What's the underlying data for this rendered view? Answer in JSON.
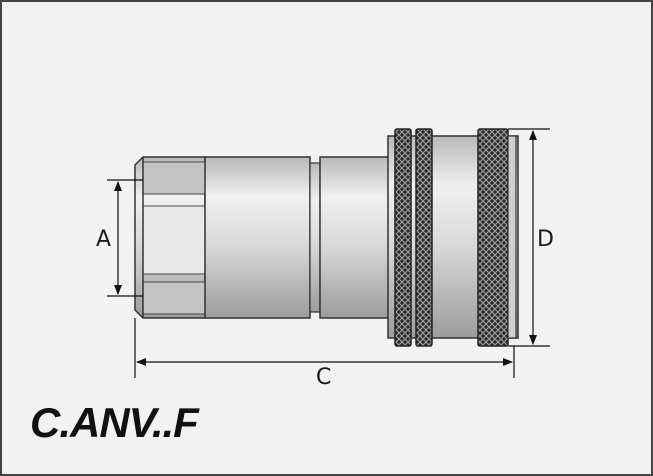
{
  "diagram": {
    "model_code": "C.ANV..F",
    "dimension_labels": {
      "a": "A",
      "c": "C",
      "d": "D"
    }
  },
  "colors": {
    "background": "#f2f2f2",
    "border": "#444444",
    "metal_light": "#e6e6e6",
    "metal_mid": "#cfcfcf",
    "metal_dark": "#9a9a9a",
    "knurl": "#2b2b2b",
    "ink": "#111111"
  }
}
